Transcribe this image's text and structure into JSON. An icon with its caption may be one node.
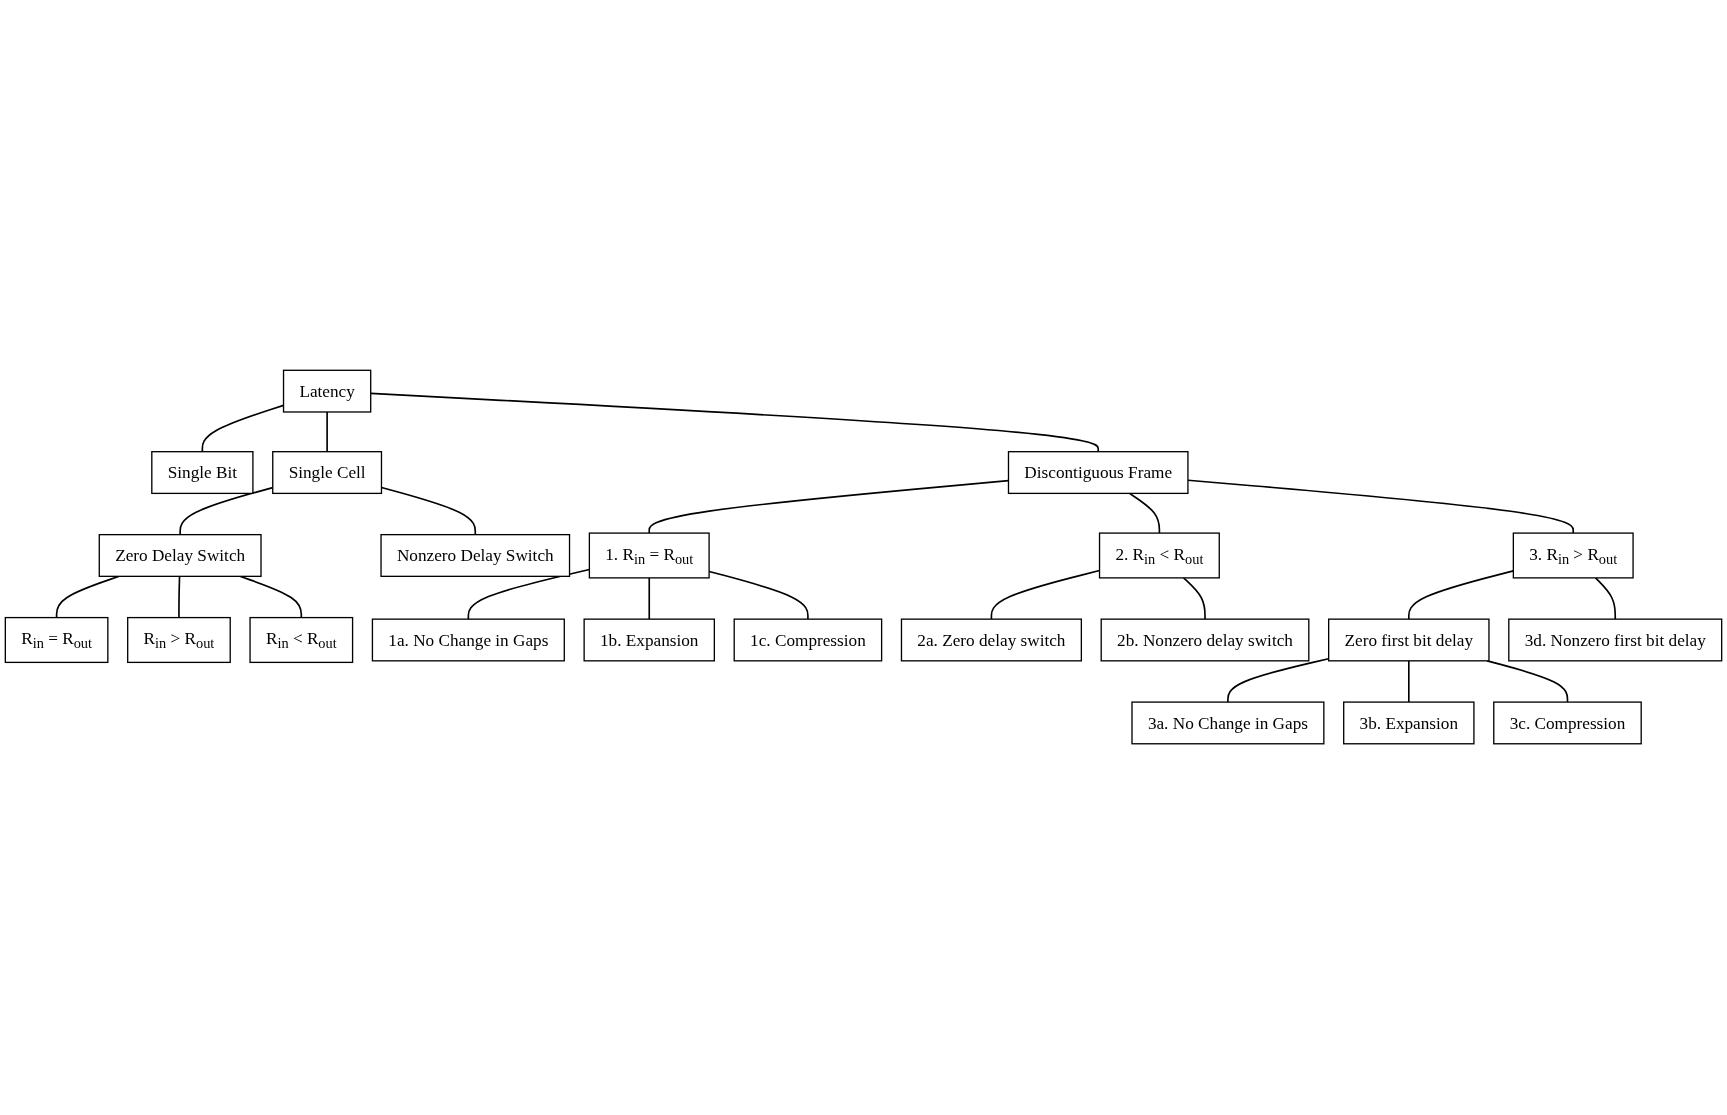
{
  "diagram": {
    "nodes": [
      {
        "text": [
          "Latency"
        ]
      },
      {
        "text": [
          "Single Bit"
        ]
      },
      {
        "text": [
          "Single Cell"
        ]
      },
      {
        "text": [
          "Discontiguous Frame"
        ]
      },
      {
        "text": [
          "Zero Delay Switch"
        ]
      },
      {
        "text": [
          "Nonzero Delay Switch"
        ]
      },
      {
        "text": [
          "R$_{in}$ = R$_{out}$"
        ]
      },
      {
        "text": [
          "R$_{in}$ > R$_{out}$"
        ]
      },
      {
        "text": [
          "R$_{in}$ < R$_{out}$"
        ]
      },
      {
        "text": [
          "1. R$_{in}$ = R$_{out}$"
        ]
      },
      {
        "text": [
          "2. R$_{in}$ < R$_{out}$"
        ]
      },
      {
        "text": [
          "3. R$_{in}$ > R$_{out}$"
        ]
      },
      {
        "text": [
          "1a. No Change in Gaps"
        ]
      },
      {
        "text": [
          "1b. Expansion"
        ]
      },
      {
        "text": [
          "1c. Compression"
        ]
      },
      {
        "text": [
          "2a. Zero delay switch"
        ]
      },
      {
        "text": [
          "2b. Nonzero delay switch"
        ]
      },
      {
        "text": [
          "Zero first bit delay"
        ]
      },
      {
        "text": [
          "3d. Nonzero first bit delay"
        ]
      },
      {
        "text": [
          "3a. No Change in Gaps"
        ]
      },
      {
        "text": [
          "3b. Expansion"
        ]
      },
      {
        "text": [
          "3c. Compression"
        ]
      }
    ],
    "edges": [
      {
        "from": 0,
        "to": 1,
        "arrow": "none"
      },
      {
        "from": 0,
        "to": 2,
        "arrow": "none"
      },
      {
        "from": 0,
        "to": 3,
        "arrow": "none"
      },
      {
        "from": 2,
        "to": 4,
        "arrow": "none"
      },
      {
        "from": 2,
        "to": 5,
        "arrow": "none"
      },
      {
        "from": 4,
        "to": 6,
        "arrow": "none"
      },
      {
        "from": 4,
        "to": 7,
        "arrow": "none"
      },
      {
        "from": 4,
        "to": 8,
        "arrow": "none"
      },
      {
        "from": 3,
        "to": 9,
        "arrow": "none"
      },
      {
        "from": 3,
        "to": 10,
        "arrow": "none"
      },
      {
        "from": 3,
        "to": 11,
        "arrow": "none"
      },
      {
        "from": 9,
        "to": 12,
        "arrow": "none"
      },
      {
        "from": 9,
        "to": 13,
        "arrow": "none"
      },
      {
        "from": 9,
        "to": 14,
        "arrow": "none"
      },
      {
        "from": 10,
        "to": 15,
        "arrow": "none"
      },
      {
        "from": 10,
        "to": 16,
        "arrow": "none"
      },
      {
        "from": 11,
        "to": 17,
        "arrow": "none"
      },
      {
        "from": 11,
        "to": 18,
        "arrow": "none"
      },
      {
        "from": 17,
        "to": 19,
        "arrow": "none"
      },
      {
        "from": 17,
        "to": 20,
        "arrow": "none"
      },
      {
        "from": 17,
        "to": 21,
        "arrow": "none"
      }
    ]
  }
}
